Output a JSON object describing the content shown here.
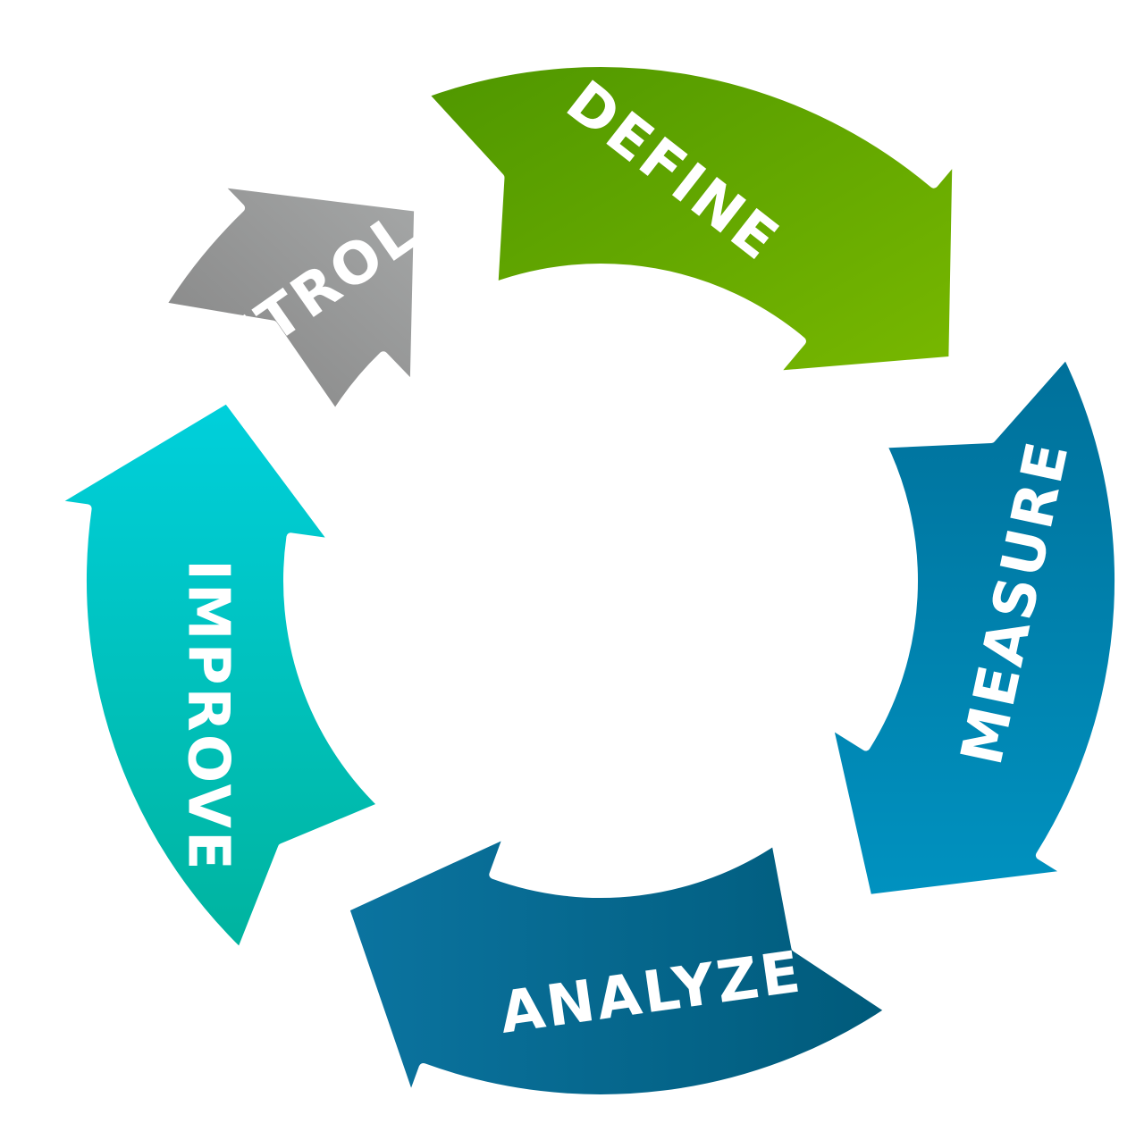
{
  "diagram": {
    "type": "cycle",
    "stages": [
      {
        "key": "define",
        "label": "DEFINE",
        "color_start": "#4e9600",
        "color_end": "#78b800"
      },
      {
        "key": "measure",
        "label": "MEASURE",
        "color_start": "#00709a",
        "color_end": "#0092c0"
      },
      {
        "key": "analyze",
        "label": "ANALYZE",
        "color_start": "#005a7a",
        "color_end": "#0b74a0"
      },
      {
        "key": "improve",
        "label": "IMPROVE",
        "color_start": "#00b39e",
        "color_end": "#00d0dc"
      },
      {
        "key": "control",
        "label": "CONTROL",
        "color_start": "#838383",
        "color_end": "#a6a8a8"
      }
    ]
  }
}
